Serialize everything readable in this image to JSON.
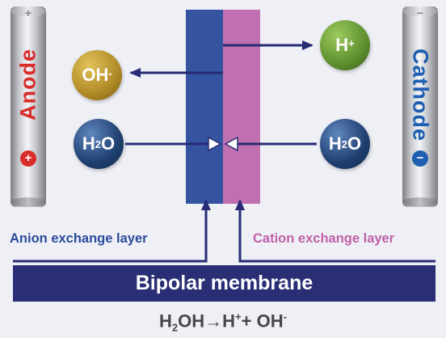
{
  "colors": {
    "anion_layer": "#3454a0",
    "cation_layer": "#c070b0",
    "arrow": "#272c74",
    "membrane_bar": "#2a2e74",
    "oh_ball": "#b08a26",
    "h_ball": "#5f8f2e",
    "water_ball": "#1f3f70",
    "anode_text": "#d92d2a",
    "cathode_text": "#1f5fb0",
    "anion_label": "#2a4a9a",
    "cation_label": "#c060a8"
  },
  "electrodes": {
    "anode": {
      "label": "Anode",
      "sign": "+",
      "top_sign": "+"
    },
    "cathode": {
      "label": "Cathode",
      "sign": "−",
      "top_sign": "−"
    }
  },
  "species": {
    "oh": {
      "base": "OH",
      "sup": "-"
    },
    "h": {
      "base": "H",
      "sup": "+"
    },
    "water_left": {
      "base": "H",
      "sub": "2",
      "tail": "O"
    },
    "water_right": {
      "base": "H",
      "sub": "2",
      "tail": "O"
    }
  },
  "labels": {
    "anion": "Anion exchange layer",
    "cation": "Cation exchange layer",
    "membrane": "Bipolar membrane"
  },
  "equation": {
    "p1": "H",
    "p1_sub": "2",
    "p2": "OH",
    "arrow": "→",
    "p3": "H",
    "p3_sup": "+",
    "p4": "+ OH",
    "p4_sup": "-"
  }
}
